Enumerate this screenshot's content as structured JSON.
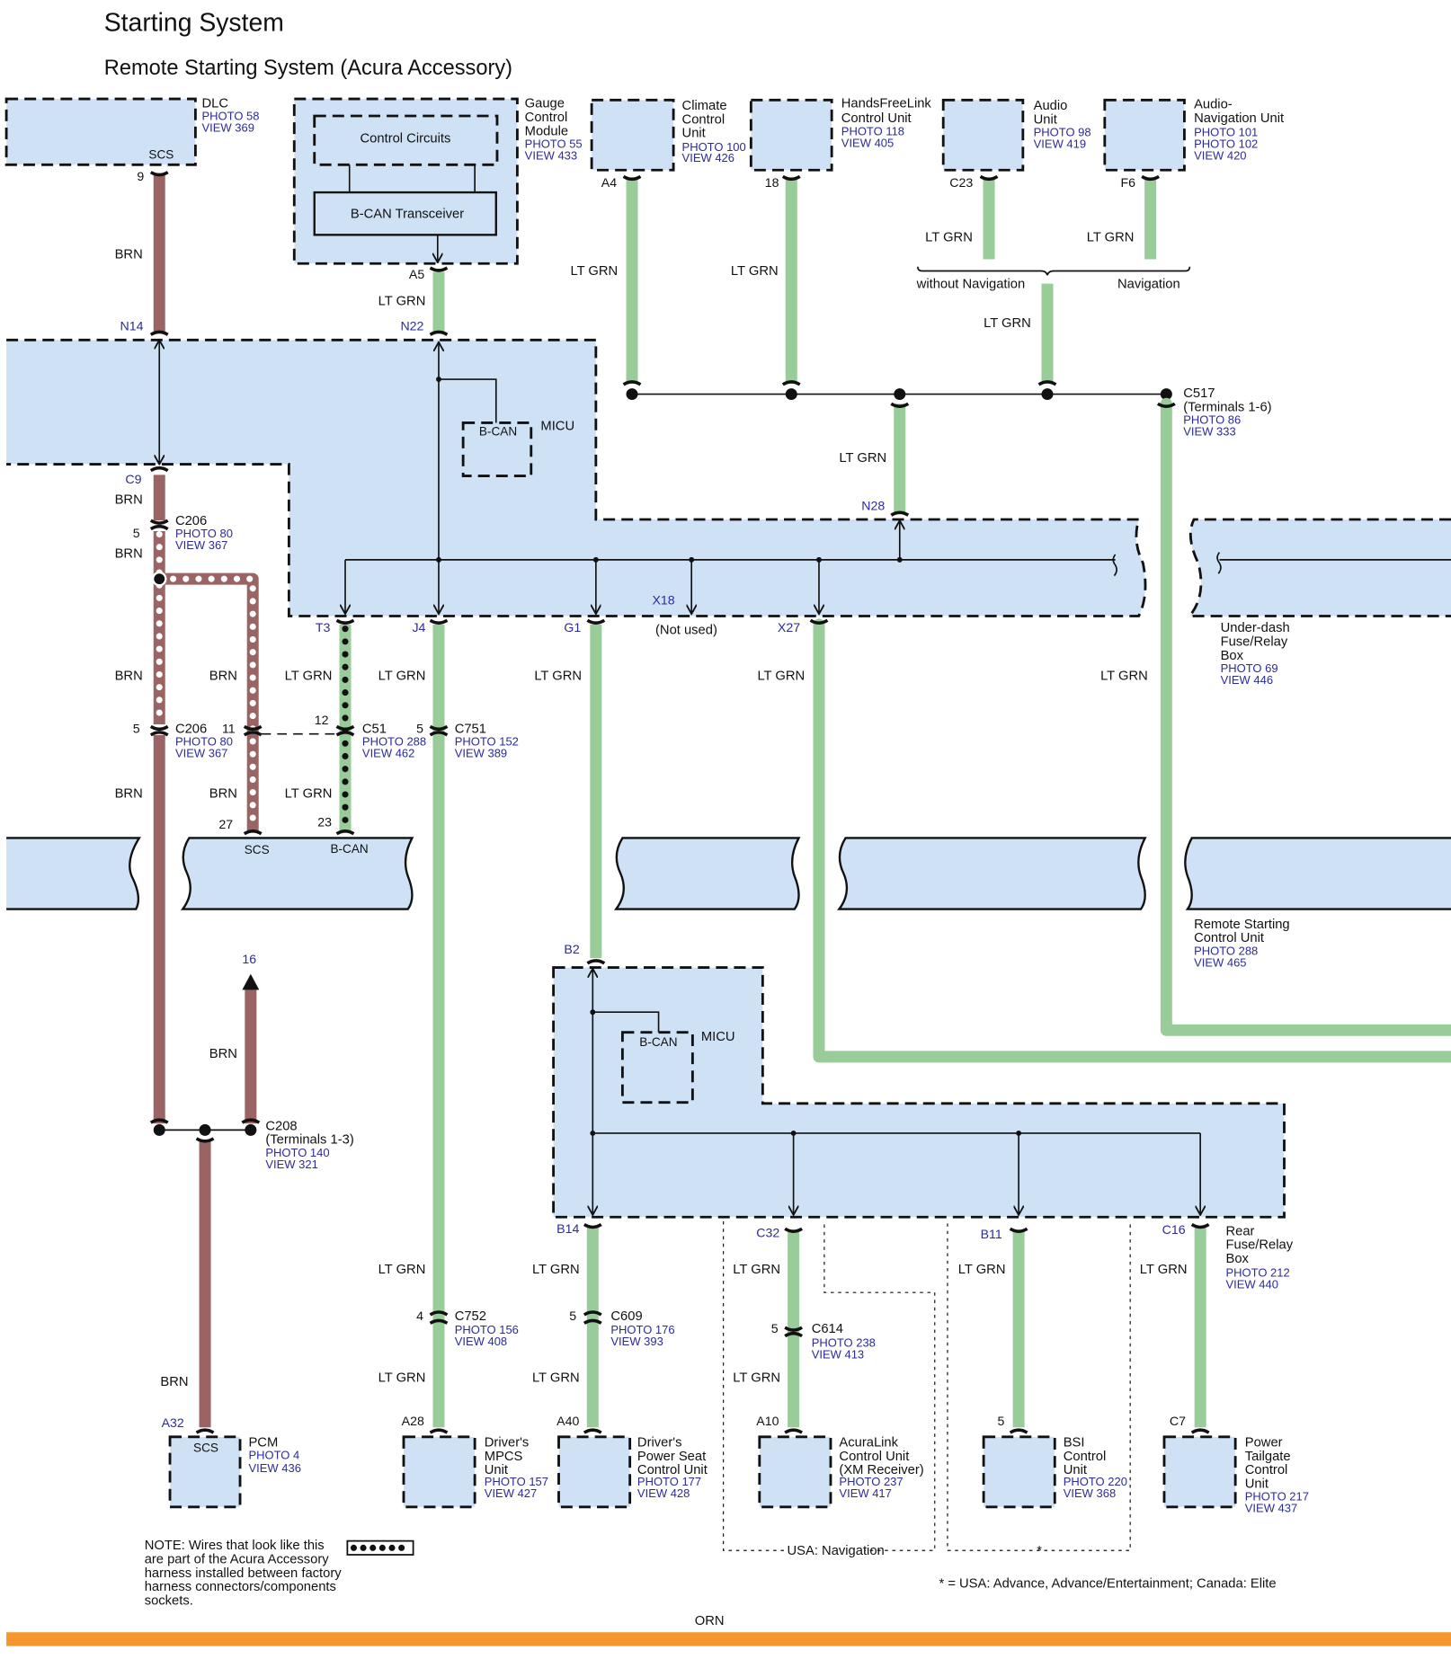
{
  "header": {
    "title": "Starting System",
    "subtitle": "Remote Starting System (Acura Accessory)"
  },
  "colors": {
    "box_fill": "#cfe2f5",
    "wire_brn": "#9a6464",
    "wire_lt_grn": "#98cc98",
    "wire_orn": "#f5962e",
    "reference_text": "#2b2b9c"
  },
  "components": {
    "dlc": {
      "name": "DLC",
      "photo": "PHOTO 58",
      "view": "VIEW 369",
      "pin_label": "SCS",
      "pin": "9"
    },
    "gauge": {
      "name": [
        "Gauge",
        "Control",
        "Module"
      ],
      "photo": "PHOTO 55",
      "view": "VIEW 433",
      "control_circuits": "Control Circuits",
      "transceiver": "B-CAN Transceiver",
      "pin": "A5"
    },
    "climate": {
      "name": [
        "Climate",
        "Control",
        "Unit"
      ],
      "photo": "PHOTO 100",
      "view": "VIEW 426",
      "pin": "A4"
    },
    "hfl": {
      "name": [
        "HandsFreeLink",
        "Control Unit"
      ],
      "photo": "PHOTO 118",
      "view": "VIEW 405",
      "pin": "18"
    },
    "audio": {
      "name": [
        "Audio",
        "Unit"
      ],
      "photo": "PHOTO 98",
      "view": "VIEW 419",
      "pin": "C23"
    },
    "audio_nav": {
      "name": [
        "Audio-",
        "Navigation Unit"
      ],
      "photo": "PHOTO 101",
      "photo2": "PHOTO 102",
      "view": "VIEW 420",
      "pin": "F6"
    },
    "micu_top": {
      "name": "MICU",
      "bcan": "B-CAN",
      "pins": {
        "n14": "N14",
        "n22": "N22",
        "c9": "C9",
        "t3": "T3",
        "j4": "J4",
        "g1": "G1",
        "x18": "X18",
        "x27": "X27",
        "n28": "N28"
      },
      "not_used": "(Not used)"
    },
    "c517": {
      "name": "C517",
      "terminals": "(Terminals 1-6)",
      "photo": "PHOTO 86",
      "view": "VIEW 333"
    },
    "underdash": {
      "name": [
        "Under-dash",
        "Fuse/Relay",
        "Box"
      ],
      "photo": "PHOTO 69",
      "view": "VIEW 446"
    },
    "rscu": {
      "name": [
        "Remote Starting",
        "Control Unit"
      ],
      "photo": "PHOTO 288",
      "view": "VIEW 465",
      "scs": "SCS",
      "bcan": "B-CAN",
      "pin_scs": "27",
      "pin_bcan": "23"
    },
    "c206a": {
      "name": "C206",
      "photo": "PHOTO 80",
      "view": "VIEW 367",
      "pin": "5"
    },
    "c206b": {
      "name": "C206",
      "photo": "PHOTO 80",
      "view": "VIEW 367",
      "pin": "5",
      "pin2": "11"
    },
    "c51": {
      "name": "C51",
      "photo": "PHOTO 288",
      "view": "VIEW 462",
      "pin": "12"
    },
    "c751": {
      "name": "C751",
      "photo": "PHOTO 152",
      "view": "VIEW 389",
      "pin": "5"
    },
    "c208": {
      "name": "C208",
      "terminals": "(Terminals 1-3)",
      "photo": "PHOTO 140",
      "view": "VIEW 321"
    },
    "arrow16": {
      "label": "16"
    },
    "micu_bottom": {
      "name": "MICU",
      "bcan": "B-CAN",
      "pins": {
        "b2": "B2",
        "b14": "B14",
        "c32": "C32",
        "b11": "B11",
        "c16": "C16"
      }
    },
    "rear_fuse": {
      "name": [
        "Rear",
        "Fuse/Relay",
        "Box"
      ],
      "photo": "PHOTO 212",
      "view": "VIEW 440"
    },
    "c752": {
      "name": "C752",
      "photo": "PHOTO 156",
      "view": "VIEW 408",
      "pin": "4"
    },
    "c609": {
      "name": "C609",
      "photo": "PHOTO 176",
      "view": "VIEW 393",
      "pin": "5"
    },
    "c614": {
      "name": "C614",
      "photo": "PHOTO 238",
      "view": "VIEW 413",
      "pin": "5"
    },
    "pcm": {
      "name": "PCM",
      "photo": "PHOTO 4",
      "view": "VIEW 436",
      "pin": "A32",
      "pin_label": "SCS"
    },
    "mpcs": {
      "name": [
        "Driver's",
        "MPCS",
        "Unit"
      ],
      "photo": "PHOTO 157",
      "view": "VIEW 427",
      "pin": "A28"
    },
    "seat": {
      "name": [
        "Driver's",
        "Power Seat",
        "Control Unit"
      ],
      "photo": "PHOTO 177",
      "view": "VIEW 428",
      "pin": "A40"
    },
    "acuralink": {
      "name": [
        "AcuraLink",
        "Control Unit",
        "(XM Receiver)"
      ],
      "photo": "PHOTO 237",
      "view": "VIEW 417",
      "pin": "A10"
    },
    "bsi": {
      "name": [
        "BSI",
        "Control",
        "Unit"
      ],
      "photo": "PHOTO 220",
      "view": "VIEW 368",
      "pin": "5"
    },
    "tailgate": {
      "name": [
        "Power",
        "Tailgate",
        "Control",
        "Unit"
      ],
      "photo": "PHOTO 217",
      "view": "VIEW 437",
      "pin": "C7"
    }
  },
  "wires": {
    "brn": "BRN",
    "lt_grn": "LT GRN",
    "orn": "ORN"
  },
  "options": {
    "without_nav": "without Navigation",
    "nav": "Navigation",
    "usa_nav": "USA: Navigation",
    "asterisk": "*"
  },
  "notes": {
    "note_lines": [
      "NOTE: Wires that look like this",
      "are part of the Acura Accessory",
      "harness installed between factory",
      "harness connectors/components",
      "sockets."
    ],
    "footnote": "* =  USA: Advance, Advance/Entertainment; Canada: Elite"
  }
}
